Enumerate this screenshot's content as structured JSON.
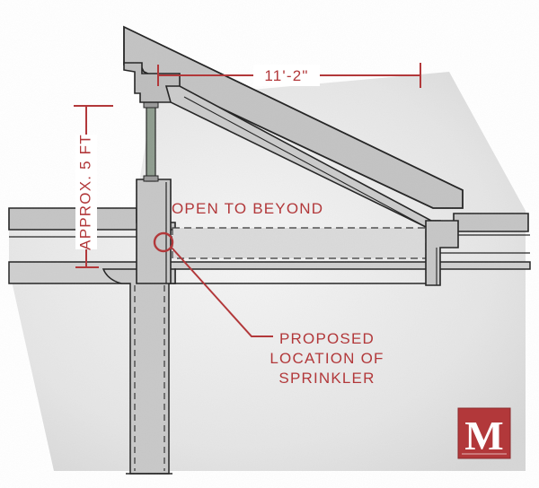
{
  "labels": {
    "dimension_span": "11'-2\"",
    "dimension_height": "APPROX. 5 FT",
    "open_to_beyond": "OPEN TO BEYOND",
    "proposed_location": [
      "PROPOSED",
      "LOCATION OF",
      "SPRINKLER"
    ]
  },
  "logo": {
    "letter": "M"
  },
  "colors": {
    "accent": "#b2383a",
    "concrete": "#c9c9c9",
    "concrete_dark": "#a9a9a9",
    "line": "#222222"
  }
}
